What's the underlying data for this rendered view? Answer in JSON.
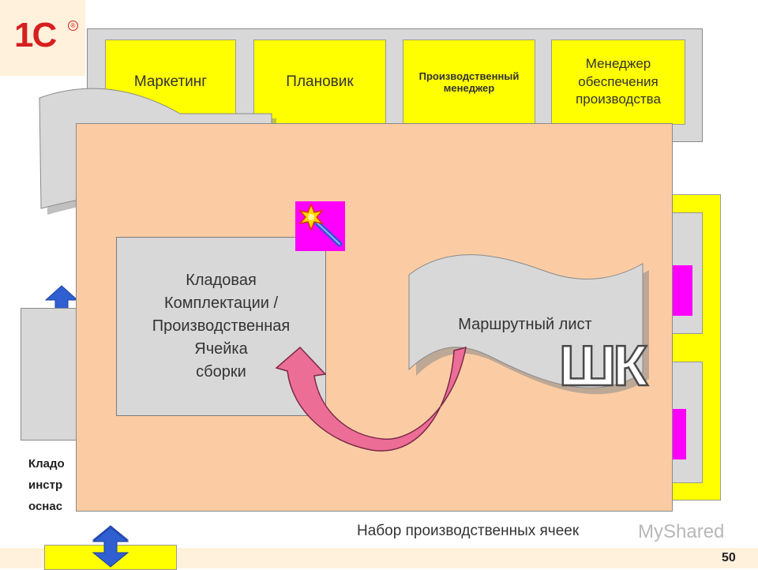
{
  "logo": {
    "text": "1С",
    "mark": "®"
  },
  "roles": [
    {
      "label": "Маркетинг"
    },
    {
      "label": "Плановик"
    },
    {
      "label": "Производственный менеджер"
    },
    {
      "label": "Менеджер обеспечения производства"
    }
  ],
  "left_storage": {
    "lines": [
      "Кладо",
      "инстр",
      "оснас"
    ]
  },
  "main": {
    "warehouse_lines": [
      "Кладовая",
      "Комплектации /",
      "Производственная",
      "Ячейка",
      "сборки"
    ],
    "route_sheet": "Маршрутный лист",
    "barcode_text": "ШК"
  },
  "cells_label": "Набор производственных ячеек",
  "watermark": "MyShared",
  "page_number": "50",
  "colors": {
    "yellow": "#ffff00",
    "gray": "#d8d8d8",
    "overlay": "#fbcca4",
    "magenta": "#ff00ff",
    "arrow_pink": "#ec6d95",
    "arrow_blue": "#2f5fd0",
    "brand_red": "#d6201f"
  }
}
